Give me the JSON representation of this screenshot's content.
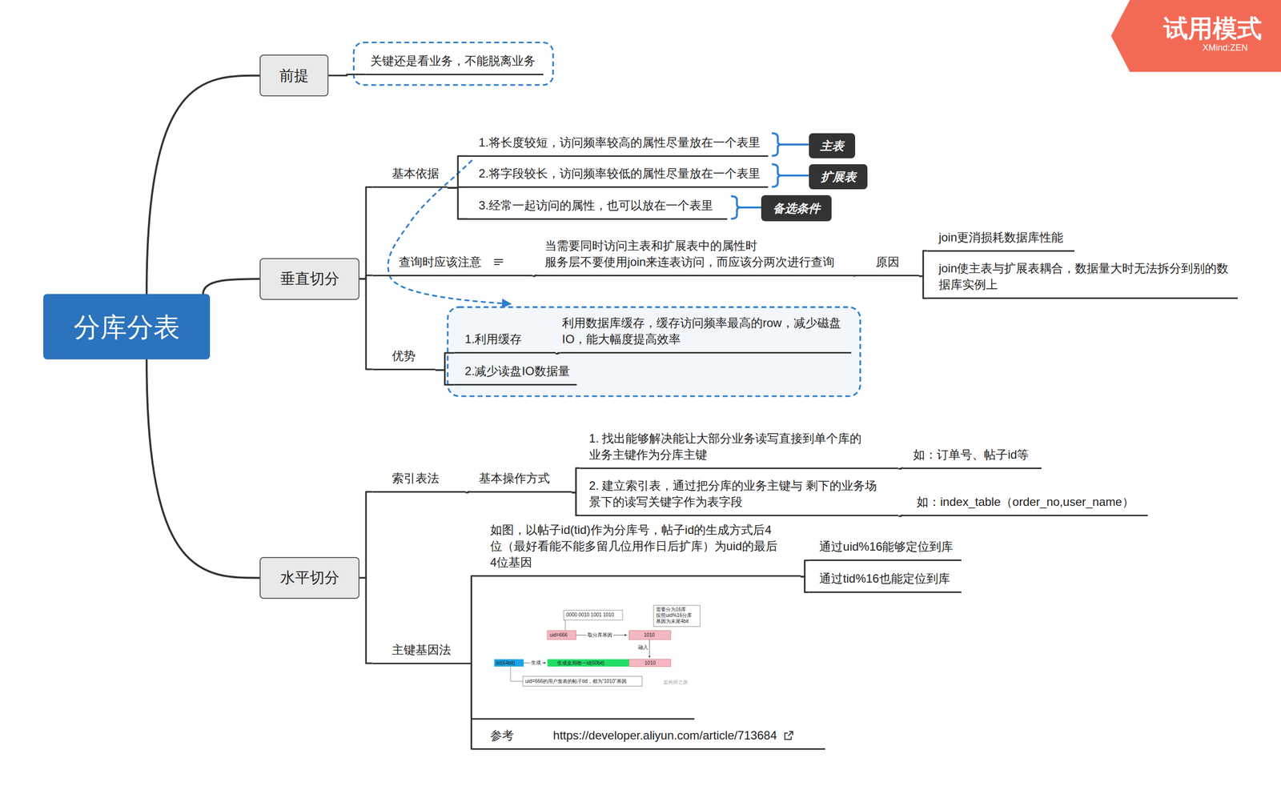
{
  "diagram": {
    "nodes": [
      {
        "text": [
          "分库分表"
        ]
      },
      {
        "text": [
          "前提"
        ]
      },
      {
        "text": [
          "关键还是看业务，不能脱离业务"
        ]
      },
      {
        "text": [
          "垂直切分"
        ]
      },
      {
        "text": [
          "基本依据"
        ]
      },
      {
        "text": [
          "1.将长度较短，访问频率较高的属性尽量放在一个表里"
        ]
      },
      {
        "text": [
          "主表"
        ]
      },
      {
        "text": [
          "2.将字段较长，访问频率较低的属性尽量放在一个表里"
        ]
      },
      {
        "text": [
          "扩展表"
        ]
      },
      {
        "text": [
          "3.经常一起访问的属性，也可以放在一个表里"
        ]
      },
      {
        "text": [
          "备选条件"
        ]
      },
      {
        "text": [
          "查询时应该注意"
        ]
      },
      {
        "text": [
          "当需要同时访问主表和扩展表中的属性时 服务层不要使用join来连表访问，而应该分两次进行查询"
        ]
      },
      {
        "text": [
          "原因"
        ]
      },
      {
        "text": [
          "join更消损耗数据库性能"
        ]
      },
      {
        "text": [
          "join使主表与扩展表耦合，数据量大时无法拆分到别的数据库实例上"
        ]
      },
      {
        "text": [
          "优势"
        ]
      },
      {
        "text": [
          "1.利用缓存"
        ]
      },
      {
        "text": [
          "利用数据库缓存，缓存访问频率最高的row，减少磁盘IO，能大幅度提高效率"
        ]
      },
      {
        "text": [
          "2.减少读盘IO数据量"
        ]
      },
      {
        "text": [
          "水平切分"
        ]
      },
      {
        "text": [
          "索引表法"
        ]
      },
      {
        "text": [
          "基本操作方式"
        ]
      },
      {
        "text": [
          "1. 找出能够解决能让大部分业务读写直接到单个库的业务主键作为分库主键"
        ]
      },
      {
        "text": [
          "如：订单号、帖子id等"
        ]
      },
      {
        "text": [
          "2. 建立索引表，通过把分库的业务主键与 剩下的业务场景下的读写关键字作为表字段"
        ]
      },
      {
        "text": [
          "如：index_table（order_no,user_name）"
        ]
      },
      {
        "text": [
          "主键基因法"
        ]
      },
      {
        "text": [
          "如图，以帖子id(tid)作为分库号，帖子id的生成方式后4位（最好看能不能多留几位用作日后扩库）为uid的最后4位基因"
        ]
      },
      {
        "text": [
          "通过uid%16能够定位到库"
        ]
      },
      {
        "text": [
          "通过tid%16也能定位到库"
        ]
      },
      {
        "text": [
          "参考",
          "https://developer.aliyun.com/article/713684"
        ]
      }
    ],
    "edges": [
      {
        "from": 0,
        "to": 1,
        "arrow": "none"
      },
      {
        "from": 0,
        "to": 3,
        "arrow": "none"
      },
      {
        "from": 0,
        "to": 20,
        "arrow": "none"
      },
      {
        "from": 1,
        "to": 2,
        "arrow": "none"
      },
      {
        "from": 3,
        "to": 4,
        "arrow": "none"
      },
      {
        "from": 3,
        "to": 11,
        "arrow": "none"
      },
      {
        "from": 3,
        "to": 16,
        "arrow": "none"
      },
      {
        "from": 4,
        "to": 5,
        "arrow": "none"
      },
      {
        "from": 4,
        "to": 7,
        "arrow": "none"
      },
      {
        "from": 4,
        "to": 9,
        "arrow": "none"
      },
      {
        "from": 5,
        "to": 6,
        "arrow": "none"
      },
      {
        "from": 7,
        "to": 8,
        "arrow": "none"
      },
      {
        "from": 9,
        "to": 10,
        "arrow": "none"
      },
      {
        "from": 11,
        "to": 12,
        "arrow": "none"
      },
      {
        "from": 12,
        "to": 13,
        "arrow": "none"
      },
      {
        "from": 13,
        "to": 14,
        "arrow": "none"
      },
      {
        "from": 13,
        "to": 15,
        "arrow": "none"
      },
      {
        "from": 16,
        "to": 17,
        "arrow": "none"
      },
      {
        "from": 16,
        "to": 19,
        "arrow": "none"
      },
      {
        "from": 17,
        "to": 18,
        "arrow": "none"
      },
      {
        "from": 20,
        "to": 21,
        "arrow": "none"
      },
      {
        "from": 20,
        "to": 27,
        "arrow": "none"
      },
      {
        "from": 21,
        "to": 22,
        "arrow": "none"
      },
      {
        "from": 22,
        "to": 23,
        "arrow": "none"
      },
      {
        "from": 22,
        "to": 25,
        "arrow": "none"
      },
      {
        "from": 23,
        "to": 24,
        "arrow": "none"
      },
      {
        "from": 25,
        "to": 26,
        "arrow": "none"
      },
      {
        "from": 27,
        "to": 28,
        "arrow": "none"
      },
      {
        "from": 27,
        "to": 31,
        "arrow": "none"
      },
      {
        "from": 28,
        "to": 29,
        "arrow": "none"
      },
      {
        "from": 28,
        "to": 30,
        "arrow": "none"
      }
    ],
    "labels": [
      "试用模式",
      "XMind:ZEN",
      "0000 0010 1001 1010",
      "uid=666",
      "取分库基因",
      "1010",
      "需要分为16库 按照uid%16分库 基因为末尾4bit",
      "融入",
      "tid(64bit)",
      "生成",
      "生成全局唯一id(60bit)",
      "1010",
      "uid=666的用户发表的帖子tid，都为“1010”基因",
      "架构师之路"
    ]
  }
}
